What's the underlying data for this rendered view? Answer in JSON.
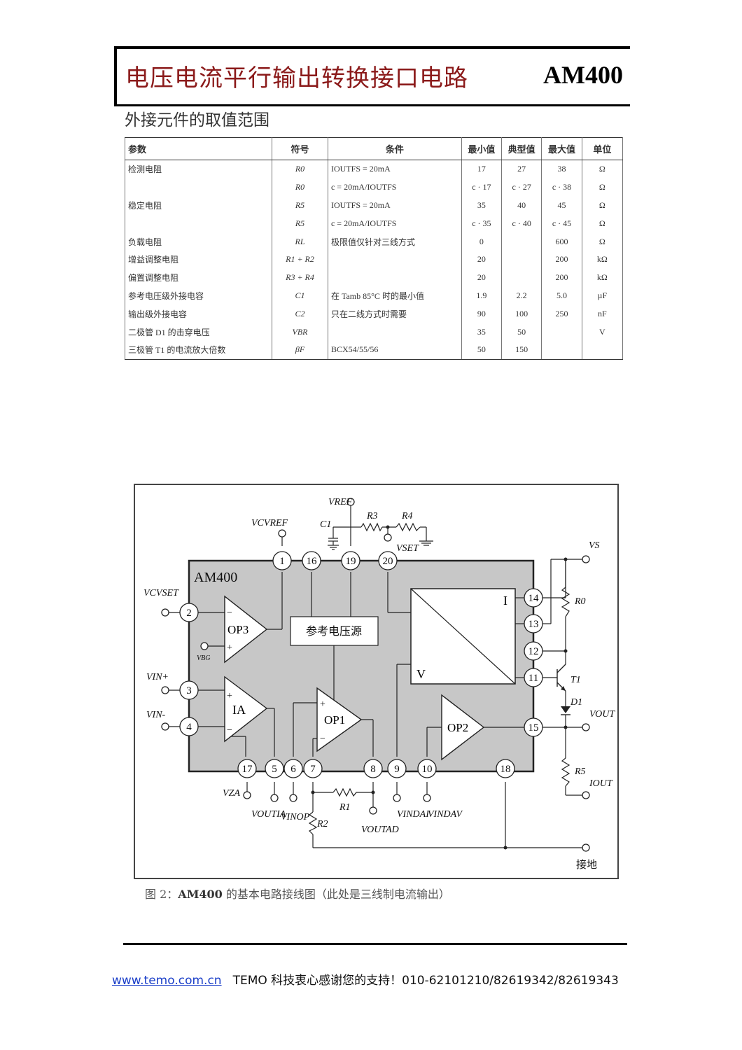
{
  "header": {
    "title": "电压电流平行输出转换接口电路",
    "part_number": "AM400"
  },
  "section_title": "外接元件的取值范围",
  "table": {
    "headers": [
      "参数",
      "符号",
      "条件",
      "最小值",
      "典型值",
      "最大值",
      "单位"
    ],
    "rows": [
      [
        "检测电阻",
        "R0",
        "IOUTFS = 20mA",
        "17",
        "27",
        "38",
        "Ω"
      ],
      [
        "",
        "R0",
        "c = 20mA/IOUTFS",
        "c · 17",
        "c · 27",
        "c · 38",
        "Ω"
      ],
      [
        "稳定电阻",
        "R5",
        "IOUTFS = 20mA",
        "35",
        "40",
        "45",
        "Ω"
      ],
      [
        "",
        "R5",
        "c = 20mA/IOUTFS",
        "c · 35",
        "c · 40",
        "c · 45",
        "Ω"
      ],
      [
        "负载电阻",
        "RL",
        "极限值仅针对三线方式",
        "0",
        "",
        "600",
        "Ω"
      ],
      [
        "增益调整电阻",
        "R1 + R2",
        "",
        "20",
        "",
        "200",
        "kΩ"
      ],
      [
        "偏置调整电阻",
        "R3 + R4",
        "",
        "20",
        "",
        "200",
        "kΩ"
      ],
      [
        "参考电压级外接电容",
        "C1",
        "在 Tamb 85°C 时的最小值",
        "1.9",
        "2.2",
        "5.0",
        "µF"
      ],
      [
        "输出级外接电容",
        "C2",
        "只在二线方式时需要",
        "90",
        "100",
        "250",
        "nF"
      ],
      [
        "二极管 D1 的击穿电压",
        "VBR",
        "",
        "35",
        "50",
        "",
        "V"
      ],
      [
        "三极管 T1 的电流放大倍数",
        "βF",
        "BCX54/55/56",
        "50",
        "150",
        "",
        ""
      ]
    ]
  },
  "figure": {
    "chip_label": "AM400",
    "ref_block_label": "参考电压源",
    "amplifiers": [
      "OP3",
      "IA",
      "OP1",
      "OP2"
    ],
    "converter_labels": {
      "current": "I",
      "voltage": "V"
    },
    "pins_top": [
      "1",
      "16",
      "19",
      "20"
    ],
    "pins_right": [
      "14",
      "13",
      "12",
      "11",
      "15"
    ],
    "pins_left": [
      "2",
      "3",
      "4"
    ],
    "pins_bottom": [
      "17",
      "5",
      "6",
      "7",
      "8",
      "9",
      "10",
      "18"
    ],
    "signals": {
      "vref": "VREF",
      "vcvref": "VCVREF",
      "vcvset": "VCVSET",
      "vbg": "VBG",
      "vin_plus": "VIN+",
      "vin_minus": "VIN-",
      "vza": "VZA",
      "voutia": "VOUTIA",
      "vinop": "VINOP",
      "voutad": "VOUTAD",
      "vindai": "VINDAI",
      "vindav": "VINDAV",
      "vset": "VSET",
      "vs": "VS",
      "vout": "VOUT",
      "iout": "IOUT",
      "ground": "接地"
    },
    "components": {
      "c1": "C1",
      "r1": "R1",
      "r2": "R2",
      "r3": "R3",
      "r4": "R4",
      "r0": "R0",
      "r5": "R5",
      "t1": "T1",
      "d1": "D1"
    },
    "caption_prefix": "图 2：",
    "caption_bold": "AM400",
    "caption_rest": " 的基本电路接线图（此处是三线制电流输出）"
  },
  "footer": {
    "link": "www.temo.com.cn",
    "text": "TEMO 科技衷心感谢您的支持！010-62101210/82619342/82619343"
  }
}
